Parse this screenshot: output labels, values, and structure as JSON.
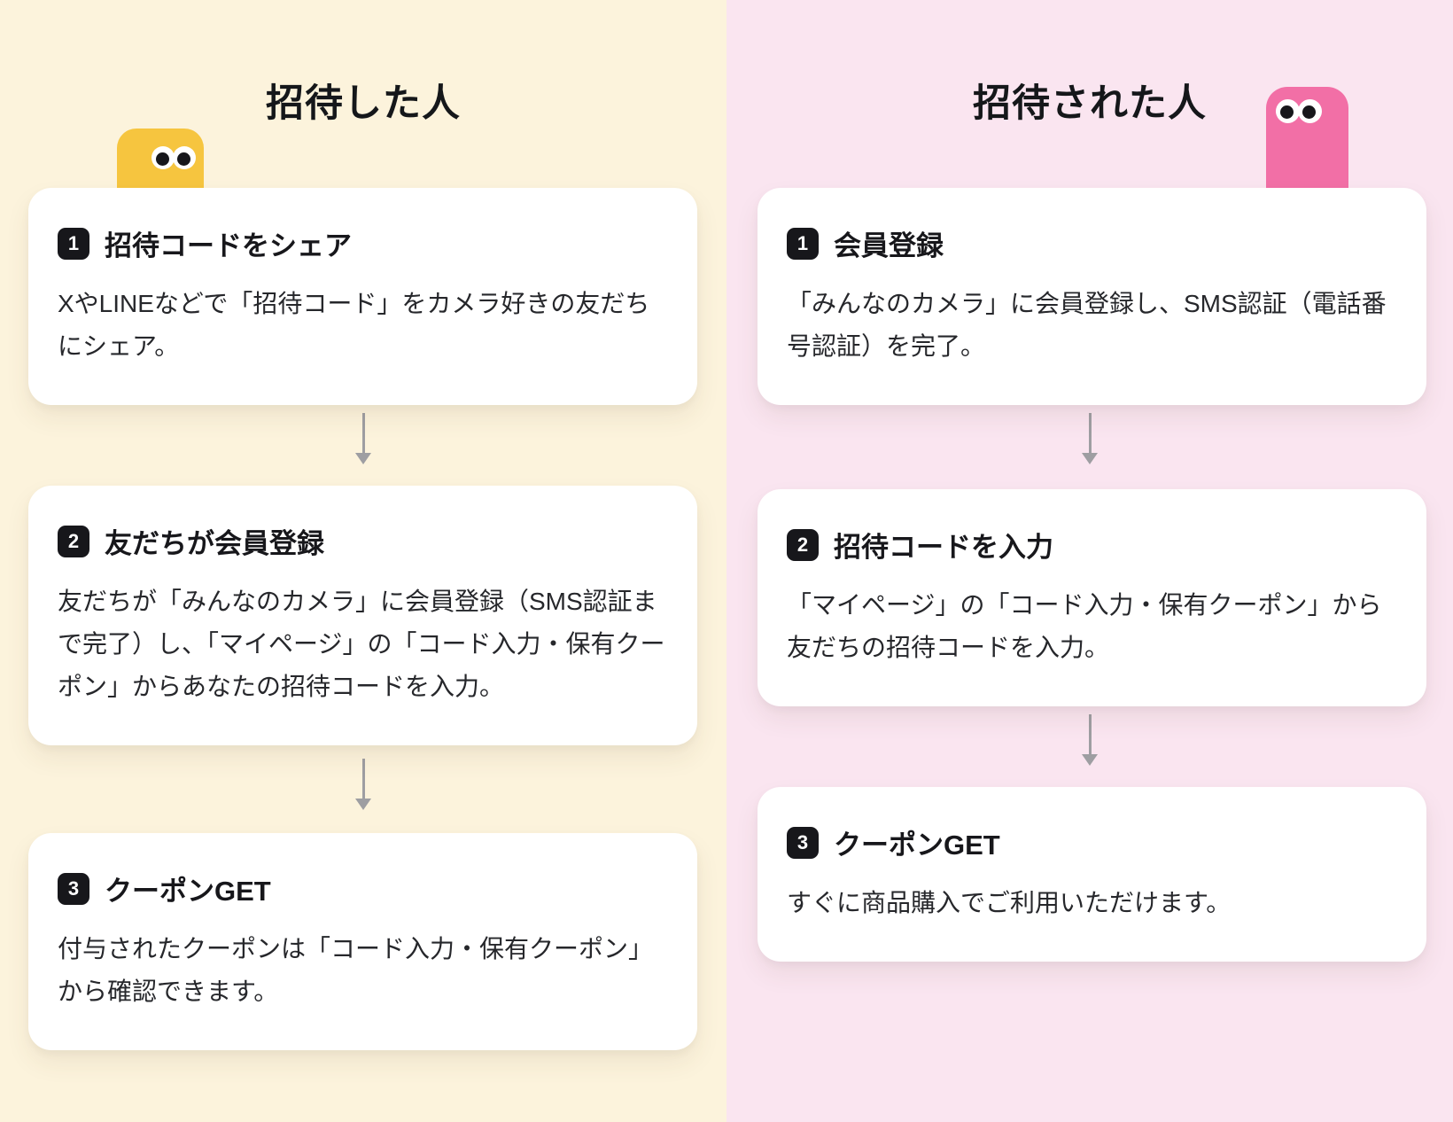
{
  "colors": {
    "left_bg": "#FCF3DC",
    "right_bg": "#FAE5F0",
    "inviter_mascot": "#F6C53F",
    "invitee_mascot": "#F26FA6",
    "badge_bg": "#17171B",
    "card_bg": "#FFFFFF",
    "arrow": "#9E9EA2",
    "text": "#1A1B1E"
  },
  "columns": [
    {
      "title": "招待した人",
      "mascot": "yellow-peeking-character",
      "steps": [
        {
          "num": "1",
          "title": "招待コードをシェア",
          "body": "XやLINEなどで「招待コード」をカメラ好きの友だちにシェア。"
        },
        {
          "num": "2",
          "title": "友だちが会員登録",
          "body": "友だちが「みんなのカメラ」に会員登録（SMS認証まで完了）し、「マイページ」の「コード入力・保有クーポン」からあなたの招待コードを入力。"
        },
        {
          "num": "3",
          "title": "クーポンGET",
          "body": "付与されたクーポンは「コード入力・保有クーポン」から確認できます。"
        }
      ]
    },
    {
      "title": "招待された人",
      "mascot": "pink-peeking-character",
      "steps": [
        {
          "num": "1",
          "title": "会員登録",
          "body": "「みんなのカメラ」に会員登録し、SMS認証（電話番号認証）を完了。"
        },
        {
          "num": "2",
          "title": "招待コードを入力",
          "body": "「マイページ」の「コード入力・保有クーポン」から友だちの招待コードを入力。"
        },
        {
          "num": "3",
          "title": "クーポンGET",
          "body": "すぐに商品購入でご利用いただけます。"
        }
      ]
    }
  ]
}
